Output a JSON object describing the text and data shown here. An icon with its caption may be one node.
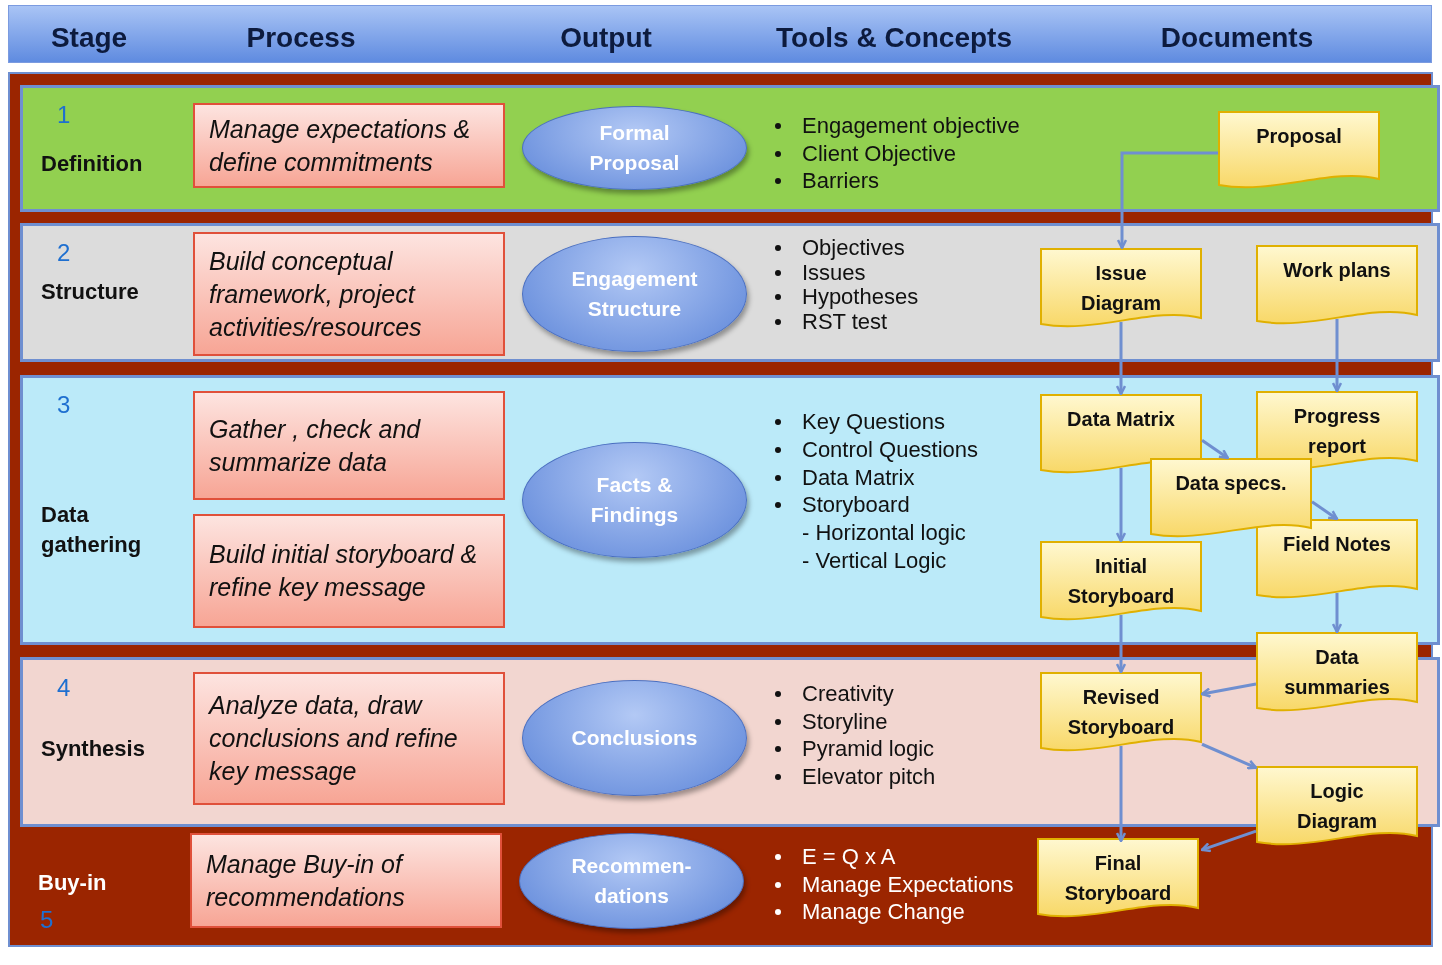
{
  "diagram": {
    "nodes": [
      {
        "text": [
          "1",
          "Definition"
        ]
      },
      {
        "text": [
          "Manage expectations & define commitments"
        ],
        "in": 0
      },
      {
        "text": [
          "Formal Proposal"
        ],
        "in": 0
      },
      {
        "text": [
          "Proposal"
        ],
        "in": 0
      },
      {
        "text": [
          "2",
          "Structure"
        ]
      },
      {
        "text": [
          "Build conceptual framework, project activities/resources"
        ],
        "in": 4
      },
      {
        "text": [
          "Engagement Structure"
        ],
        "in": 4
      },
      {
        "text": [
          "Issue Diagram"
        ],
        "in": 4
      },
      {
        "text": [
          "Work plans"
        ],
        "in": 4
      },
      {
        "text": [
          "3",
          "Data gathering"
        ]
      },
      {
        "text": [
          "Gather , check and summarize data"
        ],
        "in": 9
      },
      {
        "text": [
          "Build initial storyboard & refine key message"
        ],
        "in": 9
      },
      {
        "text": [
          "Facts & Findings"
        ],
        "in": 9
      },
      {
        "text": [
          "Data Matrix"
        ],
        "in": 9
      },
      {
        "text": [
          "Progress report"
        ],
        "in": 9
      },
      {
        "text": [
          "Data specs."
        ],
        "in": 9
      },
      {
        "text": [
          "Initial Storyboard"
        ],
        "in": 9
      },
      {
        "text": [
          "Field Notes"
        ],
        "in": 9
      },
      {
        "text": [
          "Data summaries"
        ]
      },
      {
        "text": [
          "4",
          "Synthesis"
        ]
      },
      {
        "text": [
          "Analyze data, draw conclusions and refine key message"
        ],
        "in": 19
      },
      {
        "text": [
          "Conclusions"
        ],
        "in": 19
      },
      {
        "text": [
          "Revised Storyboard"
        ],
        "in": 19
      },
      {
        "text": [
          "Logic Diagram"
        ]
      },
      {
        "text": [
          "Buy-in",
          "5"
        ]
      },
      {
        "text": [
          "Manage Buy-in of recommendations"
        ],
        "in": 24
      },
      {
        "text": [
          "Recommen- dations"
        ],
        "in": 24
      },
      {
        "text": [
          "Final Storyboard"
        ],
        "in": 24
      }
    ],
    "edges": [
      {
        "from": 3,
        "to": 7,
        "arrow": "to"
      },
      {
        "from": 7,
        "to": 13,
        "arrow": "to"
      },
      {
        "from": 8,
        "to": 14,
        "arrow": "to"
      },
      {
        "from": 13,
        "to": 15,
        "arrow": "to"
      },
      {
        "from": 15,
        "to": 17,
        "arrow": "to"
      },
      {
        "from": 13,
        "to": 16,
        "arrow": "to"
      },
      {
        "from": 17,
        "to": 18,
        "arrow": "to"
      },
      {
        "from": 16,
        "to": 22,
        "arrow": "to"
      },
      {
        "from": 18,
        "to": 22,
        "arrow": "to"
      },
      {
        "from": 22,
        "to": 23,
        "arrow": "to"
      },
      {
        "from": 22,
        "to": 27,
        "arrow": "to"
      },
      {
        "from": 23,
        "to": 27,
        "arrow": "to"
      }
    ],
    "labels": [
      "Stage",
      "Process",
      "Output",
      "Tools & Concepts",
      "Documents",
      "Engagement objective",
      "Client Objective",
      "Barriers",
      "Objectives",
      "Issues",
      "Hypotheses",
      "RST test",
      "Key Questions",
      "Control Questions",
      "Data Matrix",
      "Storyboard",
      "- Horizontal logic",
      "- Vertical Logic",
      "Creativity",
      "Storyline",
      "Pyramid logic",
      "Elevator pitch",
      "E = Q x A",
      "Manage Expectations",
      "Manage Change"
    ]
  }
}
